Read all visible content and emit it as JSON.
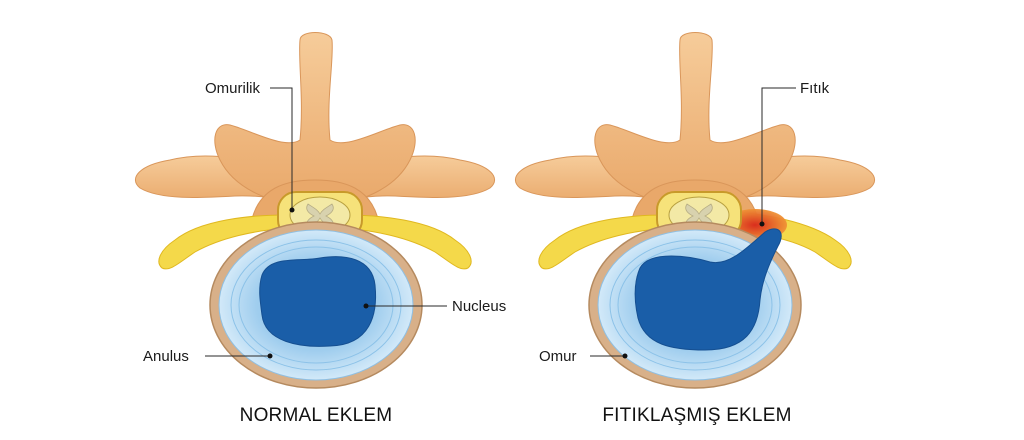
{
  "panels": [
    {
      "caption": "NORMAL EKLEM",
      "labels": {
        "spinal_cord": "Omurilik",
        "nucleus": "Nucleus",
        "anulus": "Anulus"
      }
    },
    {
      "caption": "FITIKLAŞMIŞ EKLEM",
      "labels": {
        "hernia": "Fıtık",
        "vertebra": "Omur"
      }
    }
  ],
  "colors": {
    "bone": "#f0c08a",
    "bone_shadow": "#d9965a",
    "nerve": "#f4d94a",
    "disc_outer": "#d8b089",
    "anulus": "#bfe0f5",
    "nucleus": "#1a5ea8",
    "hernia": "#d8251b"
  }
}
